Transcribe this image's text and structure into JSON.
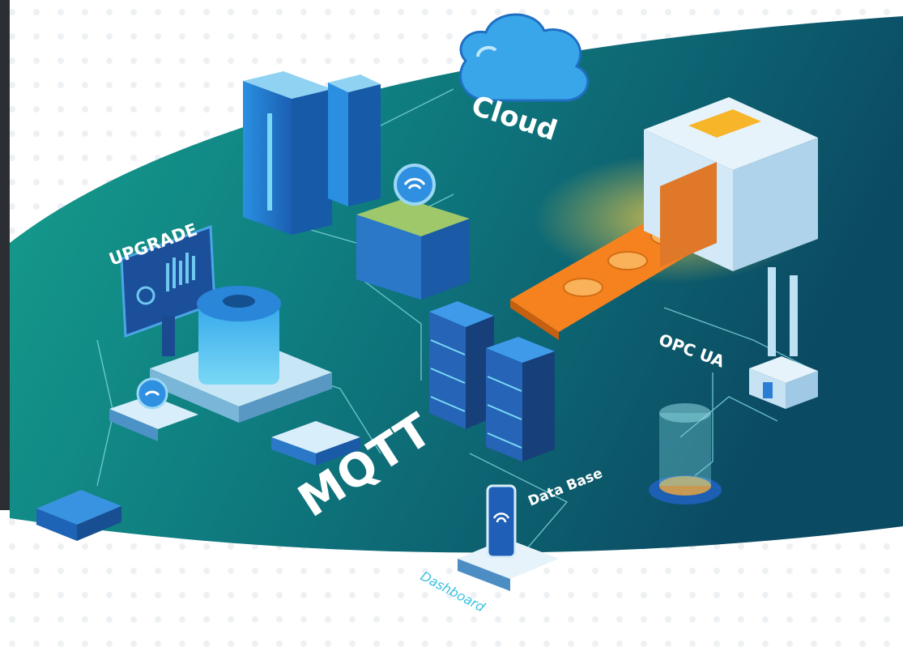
{
  "labels": {
    "cloud": "Cloud",
    "upgrade": "UPGRADE",
    "mqtt": "MQTT",
    "database": "Data Base",
    "opcua": "OPC UA",
    "dashboard": "Dashboard"
  },
  "colors": {
    "band_dark": "#0d4f66",
    "band_mid": "#0f7f80",
    "band_light": "#18a490",
    "device_blue": "#1f7fd1",
    "device_light": "#8fd2f2",
    "conveyor_orange": "#f5821f",
    "machine_white": "#e6f3fb",
    "glow_yellow": "#f7d24a",
    "dashboard_text": "#38c2e0"
  },
  "icons": [
    "cloud-icon",
    "server-rack-icon",
    "wifi-router-icon",
    "monitor-icon",
    "gear-icon",
    "database-stack-icon",
    "smartphone-icon",
    "conveyor-machine-icon",
    "factory-chimney-icon",
    "hologram-icon",
    "gateway-box-icon"
  ]
}
